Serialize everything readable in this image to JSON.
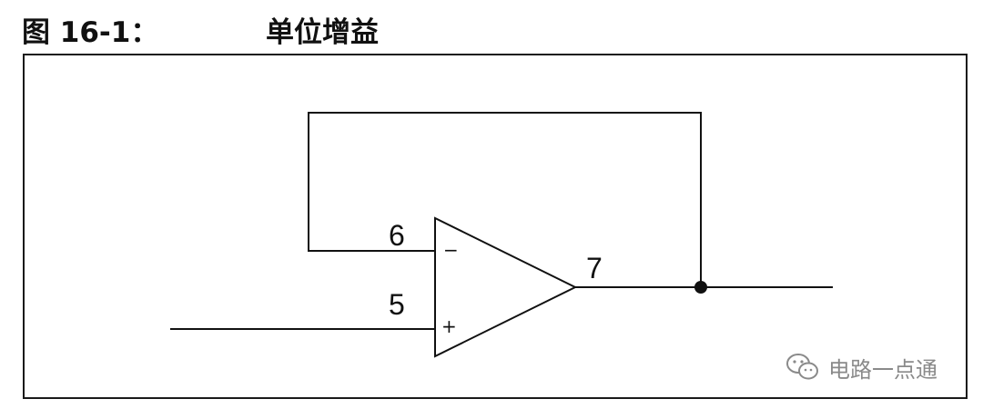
{
  "figure": {
    "number_label": "图 16-1：",
    "caption": "单位增益"
  },
  "pins": {
    "inverting": "6",
    "noninverting": "5",
    "output": "7"
  },
  "signs": {
    "inverting": "−",
    "noninverting": "+"
  },
  "watermark": {
    "text": "电路一点通",
    "icon": "wechat-icon"
  },
  "colors": {
    "line": "#111111",
    "watermark": "#8a8a8a"
  }
}
